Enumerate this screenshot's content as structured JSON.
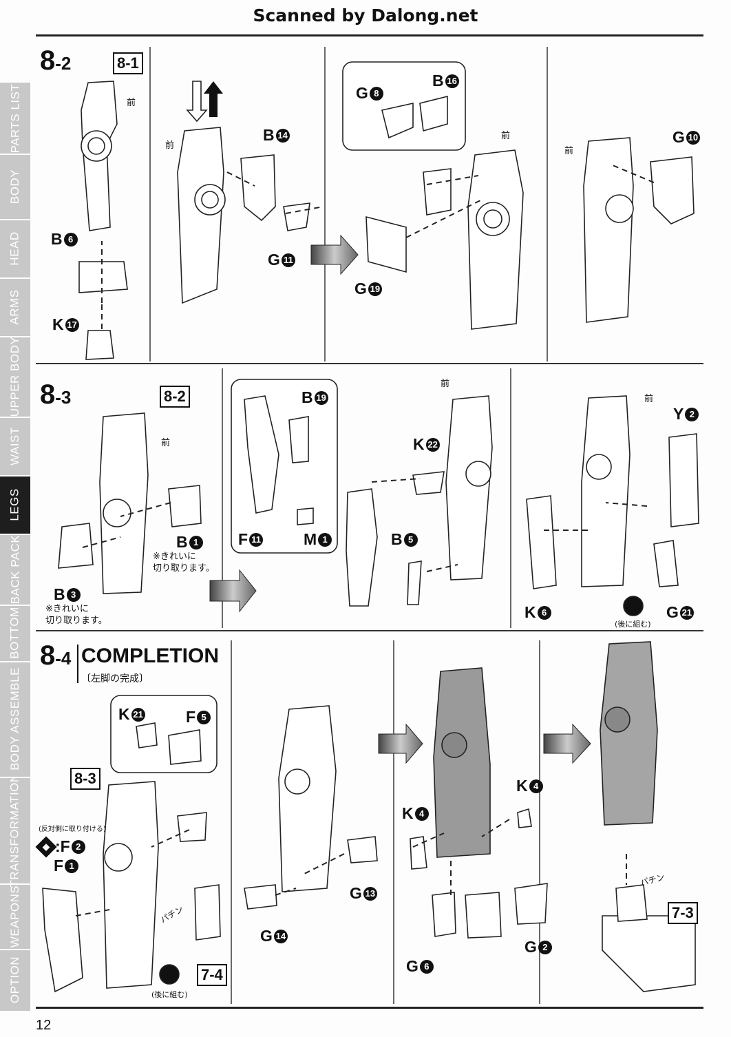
{
  "header": {
    "scanned_by": "Scanned by Dalong.net"
  },
  "page_number": "12",
  "tabs": [
    {
      "label": "OPTION",
      "active": false
    },
    {
      "label": "WEAPONS",
      "active": false
    },
    {
      "label": "TRANSFORMATION",
      "active": false
    },
    {
      "label": "BODY ASSEMBLE",
      "active": false
    },
    {
      "label": "BOTTOM",
      "active": false
    },
    {
      "label": "BACK PACK",
      "active": false
    },
    {
      "label": "LEGS",
      "active": true
    },
    {
      "label": "WAIST",
      "active": false
    },
    {
      "label": "UPPER BODY",
      "active": false
    },
    {
      "label": "ARMS",
      "active": false
    },
    {
      "label": "HEAD",
      "active": false
    },
    {
      "label": "BODY",
      "active": false
    },
    {
      "label": "PARTS LIST",
      "active": false
    }
  ],
  "steps": {
    "s82": {
      "main": "8",
      "sub": "-2",
      "ref": "8-1",
      "parts": {
        "b6": "B",
        "b6n": "6",
        "k17": "K",
        "k17n": "17",
        "b14": "B",
        "b14n": "14",
        "g11": "G",
        "g11n": "11",
        "g8": "G",
        "g8n": "8",
        "b16": "B",
        "b16n": "16",
        "g19": "G",
        "g19n": "19",
        "g10": "G",
        "g10n": "10"
      },
      "mae": "前"
    },
    "s83": {
      "main": "8",
      "sub": "-3",
      "ref": "8-2",
      "parts": {
        "b1": "B",
        "b1n": "1",
        "b3": "B",
        "b3n": "3",
        "b19": "B",
        "b19n": "19",
        "f11": "F",
        "f11n": "11",
        "m1": "M",
        "m1n": "1",
        "k22": "K",
        "k22n": "22",
        "b5": "B",
        "b5n": "5",
        "y2": "Y",
        "y2n": "2",
        "k6": "K",
        "k6n": "6",
        "g21": "G",
        "g21n": "21"
      },
      "note_b1": "※きれいに\n切り取ります。",
      "note_b3": "※きれいに\n切り取ります。",
      "later": "(後に組む)",
      "mae": "前"
    },
    "s84": {
      "main": "8",
      "sub": "-4",
      "title": "COMPLETION",
      "subtitle": "〔左脚の完成〕",
      "ref": "8-3",
      "ref74": "7-4",
      "ref73": "7-3",
      "parts": {
        "k21": "K",
        "k21n": "21",
        "f5": "F",
        "f5n": "5",
        "f2": ":F",
        "f2n": "2",
        "f1": "F",
        "f1n": "1",
        "g13": "G",
        "g13n": "13",
        "g14": "G",
        "g14n": "14",
        "k4a": "K",
        "k4an": "4",
        "k4b": "K",
        "k4bn": "4",
        "g6": "G",
        "g6n": "6",
        "g2": "G",
        "g2n": "2"
      },
      "opposite": "(反対側に取り付ける)",
      "later": "(後に組む)",
      "snap": "パチン"
    }
  }
}
